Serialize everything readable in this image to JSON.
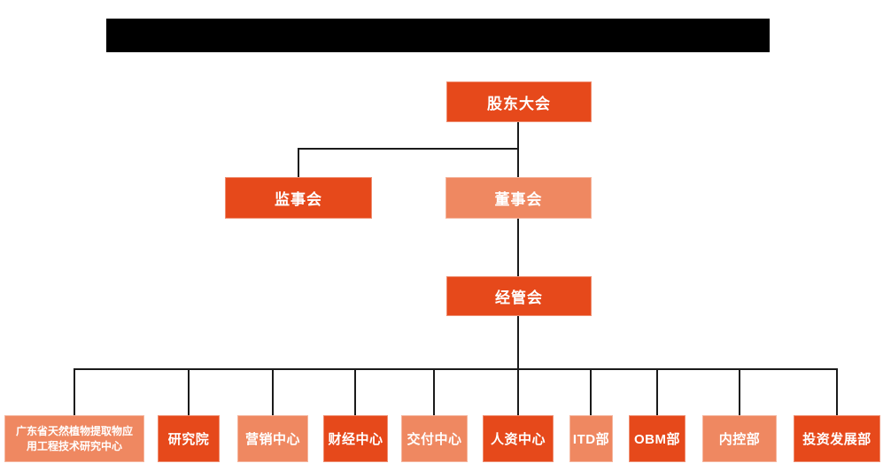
{
  "colors": {
    "node_dark": "#E6491B",
    "node_light": "#EF8861",
    "connector": "#1b1b1b",
    "redacted_bar": "#000000",
    "node_text": "#ffffff"
  },
  "org": {
    "shareholders_meeting": {
      "label": "股东大会"
    },
    "supervisory_board": {
      "label": "监事会"
    },
    "board_of_directors": {
      "label": "董事会"
    },
    "management_committee": {
      "label": "经管会"
    },
    "departments": [
      {
        "label": "广东省天然植物提取物应用工程技术研究中心",
        "tone": "light"
      },
      {
        "label": "研究院",
        "tone": "dark"
      },
      {
        "label": "营销中心",
        "tone": "light"
      },
      {
        "label": "财经中心",
        "tone": "dark"
      },
      {
        "label": "交付中心",
        "tone": "light"
      },
      {
        "label": "人资中心",
        "tone": "dark"
      },
      {
        "label": "ITD部",
        "tone": "light"
      },
      {
        "label": "OBM部",
        "tone": "dark"
      },
      {
        "label": "内控部",
        "tone": "light"
      },
      {
        "label": "投资发展部",
        "tone": "dark"
      }
    ]
  }
}
